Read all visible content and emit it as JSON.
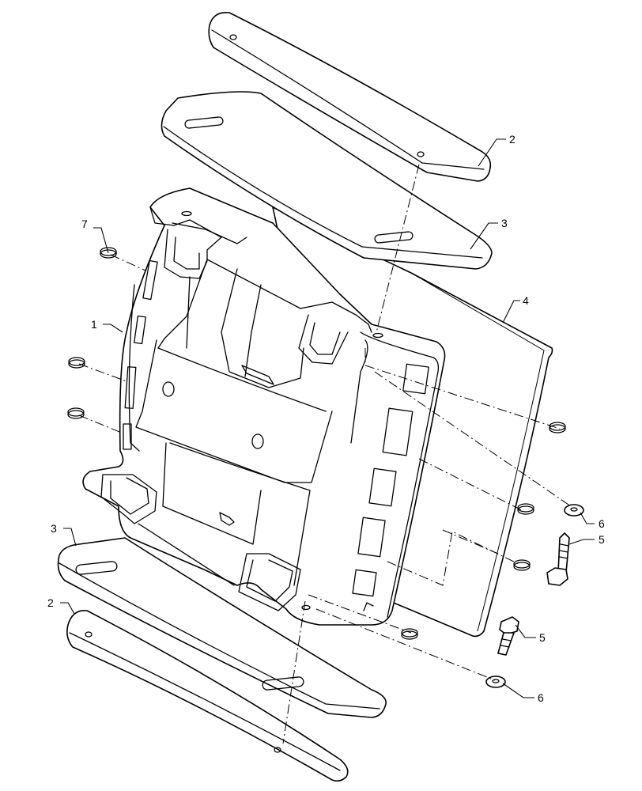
{
  "diagram": {
    "callouts": [
      {
        "id": "c2-top",
        "text": "2"
      },
      {
        "id": "c3-top",
        "text": "3"
      },
      {
        "id": "c7",
        "text": "7"
      },
      {
        "id": "c1",
        "text": "1"
      },
      {
        "id": "c4",
        "text": "4"
      },
      {
        "id": "c6-right",
        "text": "6"
      },
      {
        "id": "c5-right",
        "text": "5"
      },
      {
        "id": "c3-bottom",
        "text": "3"
      },
      {
        "id": "c2-bottom",
        "text": "2"
      },
      {
        "id": "c5-bottom",
        "text": "5"
      },
      {
        "id": "c6-bottom",
        "text": "6"
      }
    ]
  }
}
